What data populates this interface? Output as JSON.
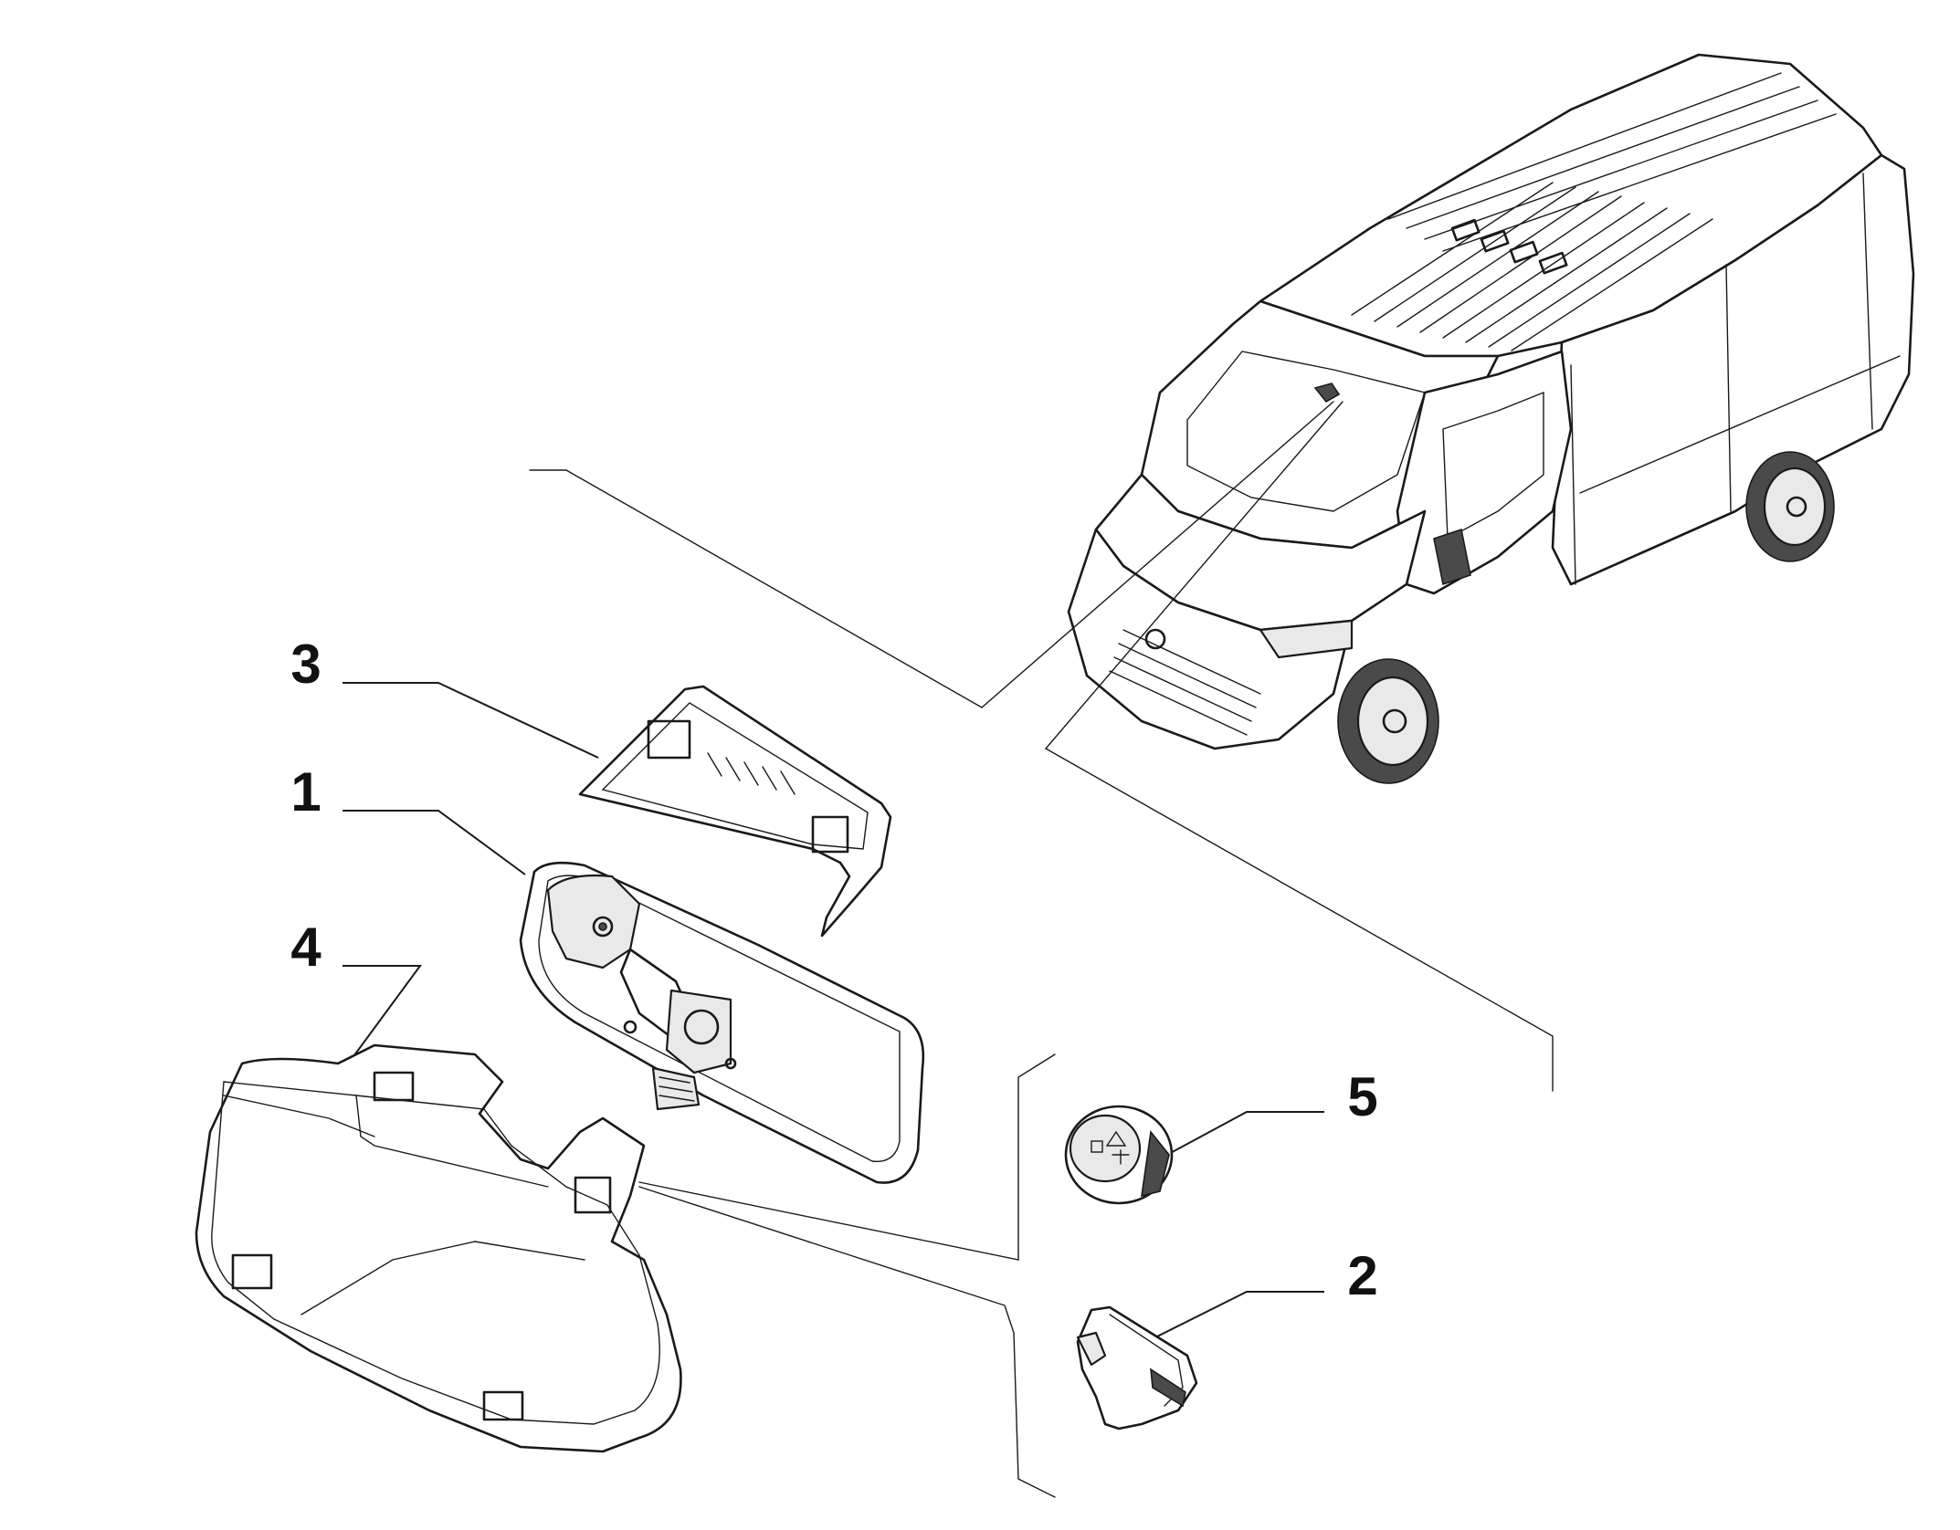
{
  "callouts": {
    "c1": "1",
    "c2": "2",
    "c3": "3",
    "c4": "4",
    "c5": "5"
  },
  "colors": {
    "line": "#1a1a1a",
    "background": "#ffffff",
    "fill_light": "#e9e9e9"
  }
}
